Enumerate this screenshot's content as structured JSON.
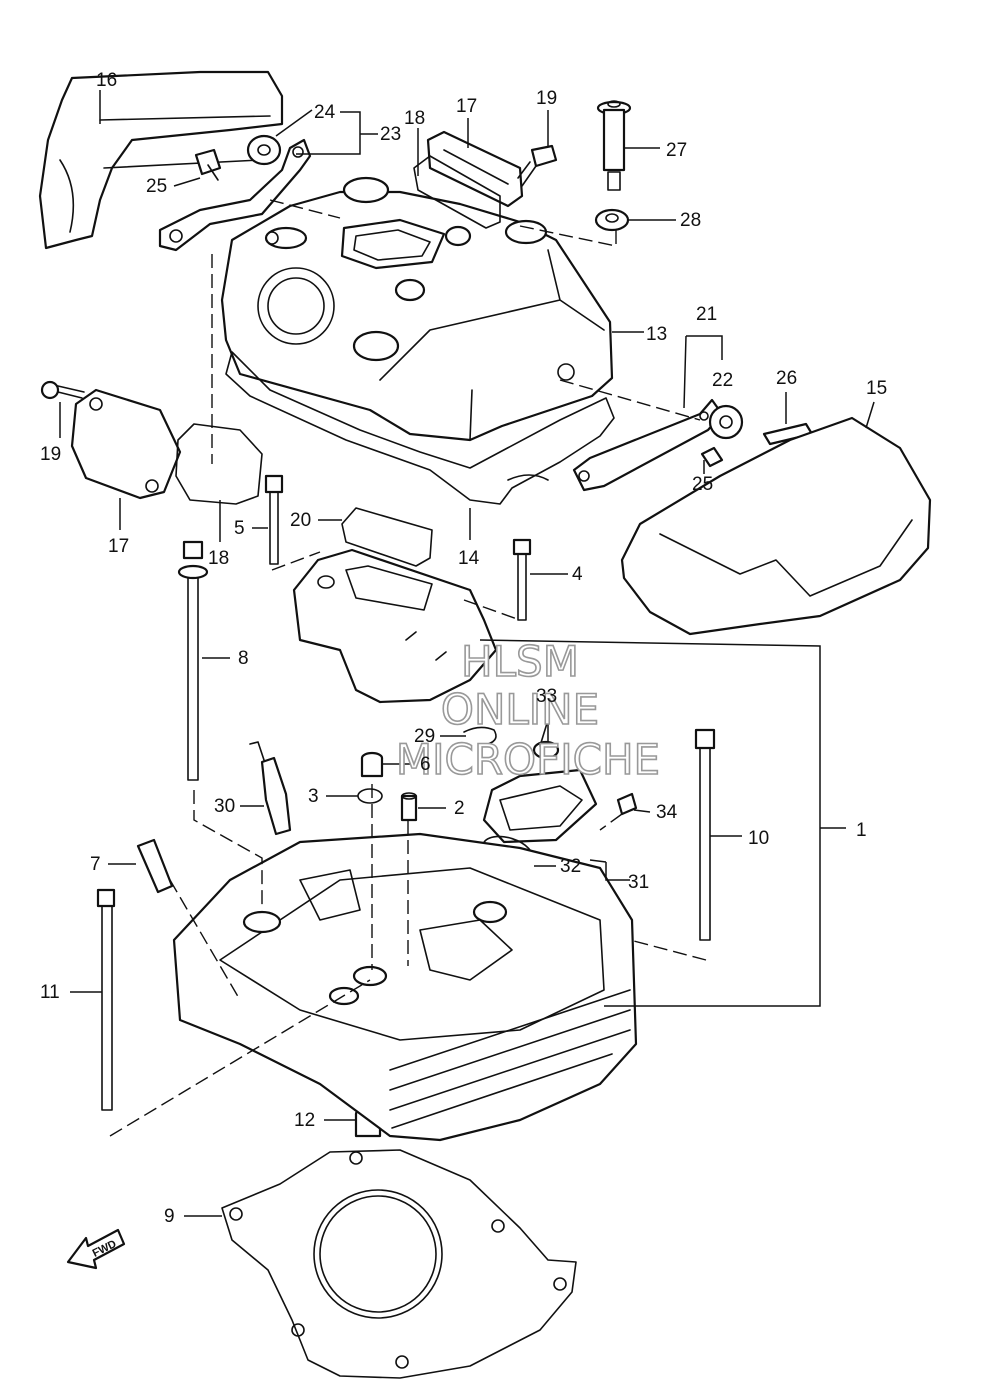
{
  "labels": {
    "p1": "1",
    "p2": "2",
    "p3": "3",
    "p4": "4",
    "p5": "5",
    "p6": "6",
    "p7": "7",
    "p8": "8",
    "p9": "9",
    "p10": "10",
    "p11": "11",
    "p12": "12",
    "p13": "13",
    "p14": "14",
    "p15": "15",
    "p16": "16",
    "p17a": "17",
    "p17b": "17",
    "p18a": "18",
    "p18b": "18",
    "p19a": "19",
    "p19b": "19",
    "p20": "20",
    "p21": "21",
    "p22": "22",
    "p23": "23",
    "p24": "24",
    "p25a": "25",
    "p25b": "25",
    "p26": "26",
    "p27": "27",
    "p28": "28",
    "p29": "29",
    "p30": "30",
    "p31": "31",
    "p32": "32",
    "p33": "33",
    "p34": "34"
  },
  "watermark": {
    "line1": "HLSM",
    "line2": "ONLINE",
    "line3": "MICROFICHE"
  },
  "fwd_arrow": {
    "text": "FWD"
  }
}
